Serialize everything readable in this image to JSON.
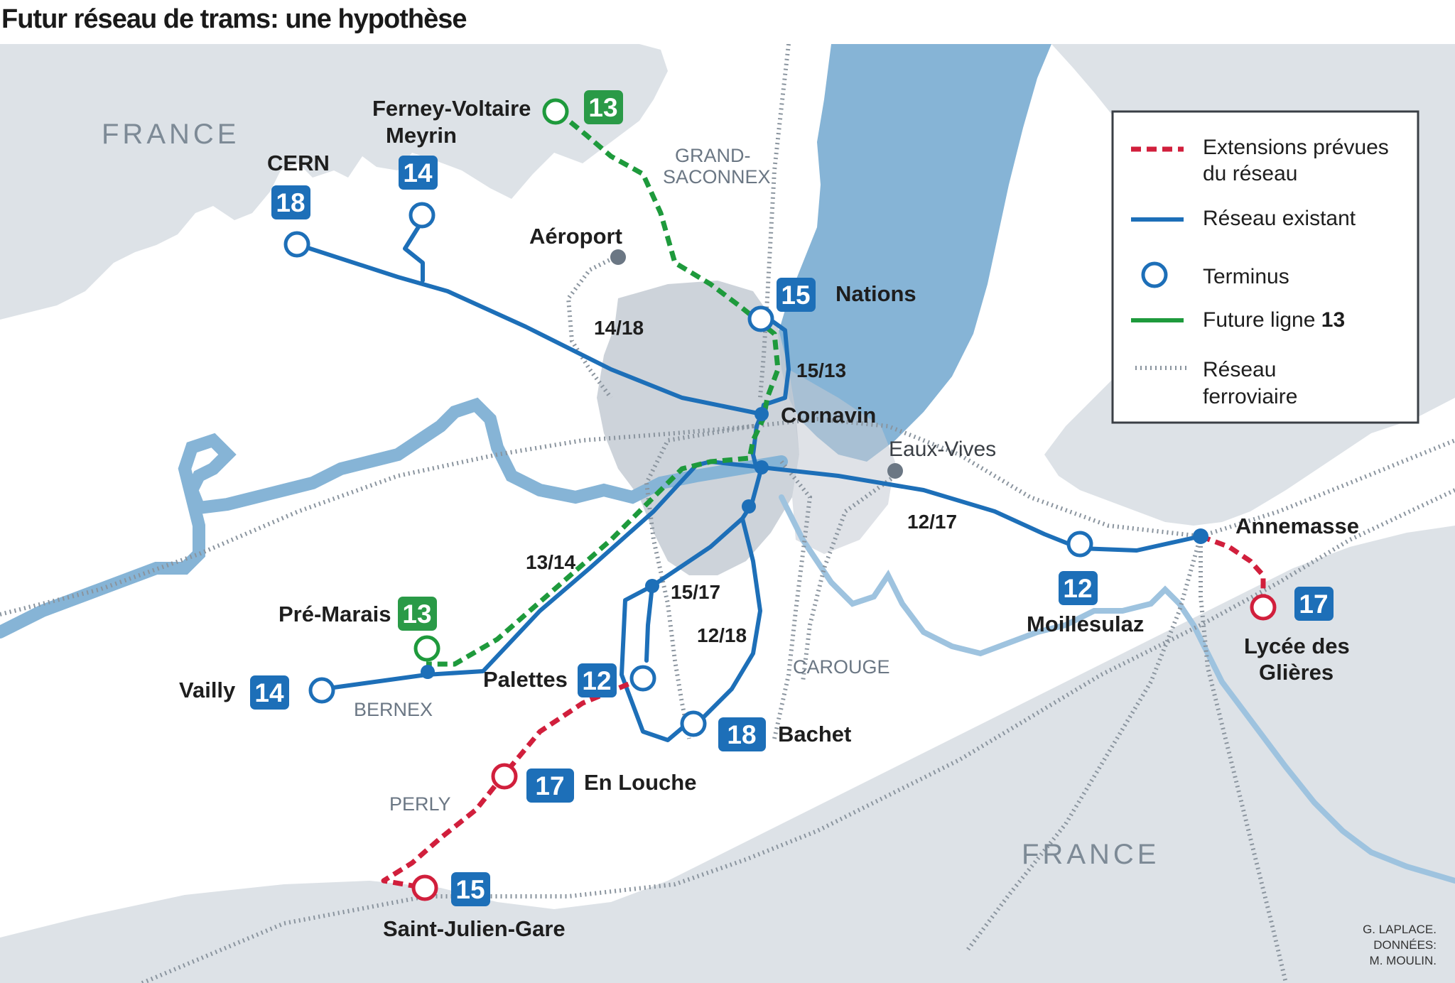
{
  "title": "Futur réseau de trams: une hypothèse",
  "colors": {
    "existing": "#1d6fb8",
    "future13": "#1e9a3c",
    "extension": "#d11f3c",
    "rail": "#8a949e",
    "lake": "#86b4d6",
    "france": "#dde2e7",
    "city": "#c4cbd3",
    "badge_blue": "#1d6fb8",
    "badge_green": "#2a9a47"
  },
  "regions": {
    "france_north": "FRANCE",
    "france_south": "FRANCE"
  },
  "districts": {
    "grand_saconnex_1": "GRAND-",
    "grand_saconnex_2": "SACONNEX",
    "carouge": "CAROUGE",
    "bernex": "BERNEX",
    "perly": "PERLY",
    "eaux_vives": "Eaux-Vives"
  },
  "stations": {
    "ferney_voltaire": "Ferney-Voltaire",
    "meyrin": "Meyrin",
    "cern": "CERN",
    "aeroport": "Aéroport",
    "nations": "Nations",
    "cornavin": "Cornavin",
    "annemasse": "Annemasse",
    "moillesulaz": "Moillesulaz",
    "lycee_1": "Lycée des",
    "lycee_2": "Glières",
    "pre_marais": "Pré-Marais",
    "vailly": "Vailly",
    "palettes": "Palettes",
    "bachet": "Bachet",
    "en_louche": "En Louche",
    "saint_julien": "Saint-Julien-Gare"
  },
  "segments": {
    "s_14_18": "14/18",
    "s_15_13": "15/13",
    "s_12_17": "12/17",
    "s_13_14": "13/14",
    "s_15_17": "15/17",
    "s_12_18": "12/18"
  },
  "badges": {
    "b13_ferney": "13",
    "b14_meyrin": "14",
    "b18_cern": "18",
    "b15_nations": "15",
    "b12_moillesulaz": "12",
    "b17_lycee": "17",
    "b13_premarais": "13",
    "b14_vailly": "14",
    "b12_palettes": "12",
    "b18_bachet": "18",
    "b17_enlouche": "17",
    "b15_stjulien": "15"
  },
  "legend": {
    "extensions_1": "Extensions prévues",
    "extensions_2": "du réseau",
    "existing": "Réseau existant",
    "terminus": "Terminus",
    "future_prefix": "Future ligne ",
    "future_number": "13",
    "rail_1": "Réseau",
    "rail_2": "ferroviaire"
  },
  "credit": {
    "line1": "G. LAPLACE.",
    "line2": "DONNÉES:",
    "line3": "M. MOULIN."
  }
}
